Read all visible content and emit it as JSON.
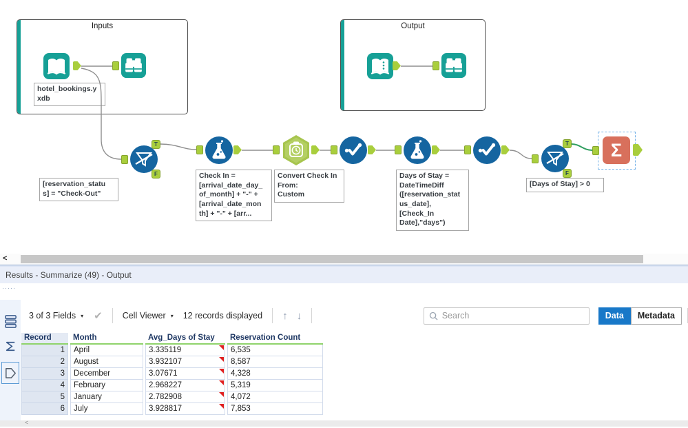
{
  "canvas": {
    "containers": [
      {
        "title": "Inputs"
      },
      {
        "title": "Output"
      }
    ],
    "tools": {
      "input_annotation": "hotel_bookings.y\nxdb",
      "filter1_annotation": "[reservation_statu\ns] = \"Check-Out\"",
      "formula1_annotation": "Check In =\n[arrival_date_day_\nof_month] + \"-\" +\n[arrival_date_mon\nth] + \"-\" + [arr...",
      "datetime_annotation": "Convert Check In\nFrom:\nCustom",
      "formula2_annotation": "Days of Stay =\nDateTimeDiff\n([reservation_stat\nus_date],\n[Check_In\nDate],\"days\")",
      "filter2_annotation": "[Days of Stay] > 0",
      "summarize_symbol": "Σ"
    },
    "anchors": {
      "true_label": "T",
      "false_label": "F"
    }
  },
  "results": {
    "title": "Results - Summarize (49) - Output",
    "toolbar": {
      "fields_label": "3 of 3 Fields",
      "cell_viewer_label": "Cell Viewer",
      "records_label": "12 records displayed",
      "search_placeholder": "Search",
      "data_button": "Data",
      "metadata_button": "Metadata"
    },
    "table": {
      "columns": [
        "Record",
        "Month",
        "Avg_Days of Stay",
        "Reservation Count"
      ],
      "rows": [
        {
          "record": "1",
          "month": "April",
          "avg": "3.335119",
          "count": "6,535"
        },
        {
          "record": "2",
          "month": "August",
          "avg": "3.932107",
          "count": "8,587"
        },
        {
          "record": "3",
          "month": "December",
          "avg": "3.07671",
          "count": "4,328"
        },
        {
          "record": "4",
          "month": "February",
          "avg": "2.968227",
          "count": "5,319"
        },
        {
          "record": "5",
          "month": "January",
          "avg": "2.782908",
          "count": "4,072"
        },
        {
          "record": "6",
          "month": "July",
          "avg": "3.928817",
          "count": "7,853"
        }
      ]
    }
  },
  "icons": {
    "caret_down": "▾",
    "apply_check": "✔",
    "arrow_up": "↑",
    "arrow_down": "↓",
    "scroll_left": "<",
    "drag_dots": "·····"
  },
  "colors": {
    "accent_teal": "#16a096",
    "tool_blue": "#1565a0",
    "anchor_green": "#a9ce3d",
    "hexagon_green": "#a7c54e",
    "summarize_coral": "#d8705c",
    "selected_wire_green": "#2f9e5f",
    "data_button_blue": "#1878c8",
    "header_underline_green": "#8fd36b",
    "cell_flag_red": "#e02020"
  }
}
